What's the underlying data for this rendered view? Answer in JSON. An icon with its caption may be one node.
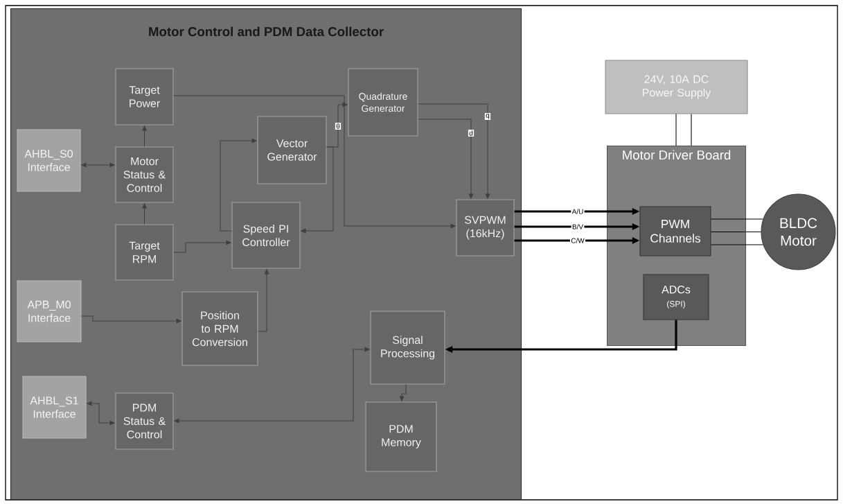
{
  "diagram": {
    "nodes": [
      {
        "text": [
          "Motor Control and PDM Data Collector"
        ]
      },
      {
        "text": [
          "AHBL_S0 Interface"
        ],
        "in": 0
      },
      {
        "text": [
          "Target Power"
        ],
        "in": 0
      },
      {
        "text": [
          "Motor Status & Control"
        ],
        "in": 0
      },
      {
        "text": [
          "Target RPM"
        ],
        "in": 0
      },
      {
        "text": [
          "Vector Generator"
        ],
        "in": 0
      },
      {
        "text": [
          "Speed PI Controller"
        ],
        "in": 0
      },
      {
        "text": [
          "Quadrature Generator"
        ],
        "in": 0
      },
      {
        "text": [
          "SVPWM (16kHz)"
        ],
        "in": 0
      },
      {
        "text": [
          "APB_M0 Interface"
        ],
        "in": 0
      },
      {
        "text": [
          "Position to RPM Conversion"
        ],
        "in": 0
      },
      {
        "text": [
          "Signal Processing"
        ],
        "in": 0
      },
      {
        "text": [
          "AHBL_S1 Interface"
        ],
        "in": 0
      },
      {
        "text": [
          "PDM Status & Control"
        ],
        "in": 0
      },
      {
        "text": [
          "PDM Memory"
        ],
        "in": 0
      },
      {
        "text": [
          "24V, 10A DC Power Supply"
        ]
      },
      {
        "text": [
          "Motor Driver Board"
        ]
      },
      {
        "text": [
          "PWM Channels"
        ],
        "in": 16
      },
      {
        "text": [
          "ADCs",
          "(SPI)"
        ],
        "in": 16
      },
      {
        "text": [
          "BLDC Motor"
        ]
      }
    ],
    "edges": [
      {
        "from": 1,
        "to": 3,
        "arrow": "both"
      },
      {
        "from": 3,
        "to": 2,
        "arrow": "to"
      },
      {
        "from": 4,
        "to": 3,
        "arrow": "to"
      },
      {
        "from": 4,
        "to": 6,
        "arrow": "to"
      },
      {
        "from": 6,
        "to": 5,
        "arrow": "to"
      },
      {
        "from": 5,
        "to": 6,
        "arrow": "to"
      },
      {
        "from": 5,
        "to": 7,
        "arrow": "to",
        "label": "θ"
      },
      {
        "from": 2,
        "to": 8,
        "arrow": "to"
      },
      {
        "from": 7,
        "to": 8,
        "arrow": "to",
        "label": "d"
      },
      {
        "from": 7,
        "to": 8,
        "arrow": "to",
        "label": "q"
      },
      {
        "from": 9,
        "to": 10,
        "arrow": "to"
      },
      {
        "from": 10,
        "to": 6,
        "arrow": "to"
      },
      {
        "from": 8,
        "to": 17,
        "arrow": "to",
        "label": "A/U",
        "style": "thick",
        "color": "#000000"
      },
      {
        "from": 8,
        "to": 17,
        "arrow": "to",
        "label": "B/V",
        "style": "thick",
        "color": "#000000"
      },
      {
        "from": 8,
        "to": 17,
        "arrow": "to",
        "label": "C/W",
        "style": "thick",
        "color": "#000000"
      },
      {
        "from": 17,
        "to": 19,
        "arrow": "none",
        "color": "#000000"
      },
      {
        "from": 17,
        "to": 19,
        "arrow": "none",
        "color": "#000000"
      },
      {
        "from": 17,
        "to": 19,
        "arrow": "none",
        "color": "#000000"
      },
      {
        "from": 15,
        "to": 16,
        "arrow": "none",
        "color": "#000000"
      },
      {
        "from": 15,
        "to": 16,
        "arrow": "none",
        "color": "#000000"
      },
      {
        "from": 18,
        "to": 11,
        "arrow": "to",
        "style": "thick",
        "color": "#000000"
      },
      {
        "from": 11,
        "to": 14,
        "arrow": "to"
      },
      {
        "from": 13,
        "to": 11,
        "arrow": "both"
      },
      {
        "from": 12,
        "to": 13,
        "arrow": "both"
      }
    ]
  }
}
